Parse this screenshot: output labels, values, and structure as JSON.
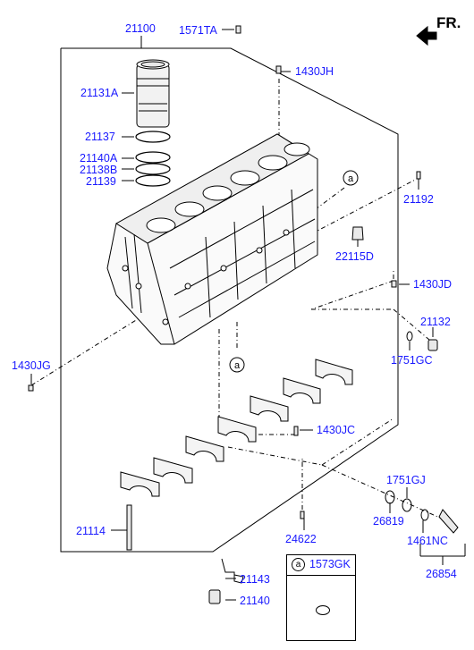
{
  "direction_label": "FR.",
  "part_labels": {
    "p21100": "21100",
    "p1571TA": "1571TA",
    "p1430JH": "1430JH",
    "p21131A": "21131A",
    "p21137": "21137",
    "p21140A": "21140A",
    "p21138B": "21138B",
    "p21139": "21139",
    "p21192": "21192",
    "p22115D": "22115D",
    "p1430JD": "1430JD",
    "p21132": "21132",
    "p1751GC": "1751GC",
    "p1430JG": "1430JG",
    "p1430JC": "1430JC",
    "p1751GJ": "1751GJ",
    "p26819": "26819",
    "p1461NC": "1461NC",
    "p26854": "26854",
    "p24622": "24622",
    "p21114": "21114",
    "p21143": "21143",
    "p21140": "21140"
  },
  "callout_letter": "a",
  "legend": {
    "letter": "a",
    "code": "1573GK"
  }
}
